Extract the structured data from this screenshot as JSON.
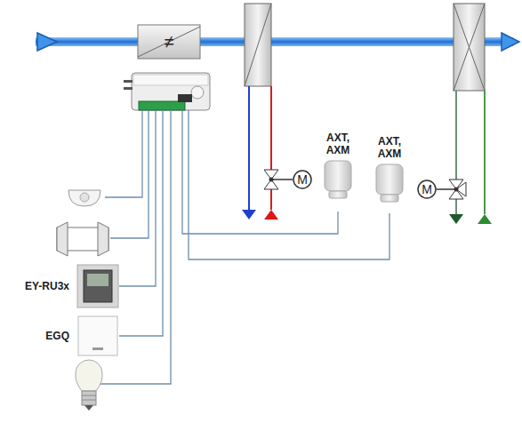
{
  "diagram": {
    "nodes": [
      {
        "text": [
          "AXT, AXM"
        ]
      },
      {
        "text": [
          "AXT, AXM"
        ]
      },
      {
        "text": [
          "M"
        ]
      },
      {
        "text": [
          "M"
        ]
      },
      {
        "text": [
          "EY-RU3x"
        ]
      },
      {
        "text": [
          "EGQ"
        ]
      }
    ],
    "labels": [
      "≠"
    ]
  }
}
